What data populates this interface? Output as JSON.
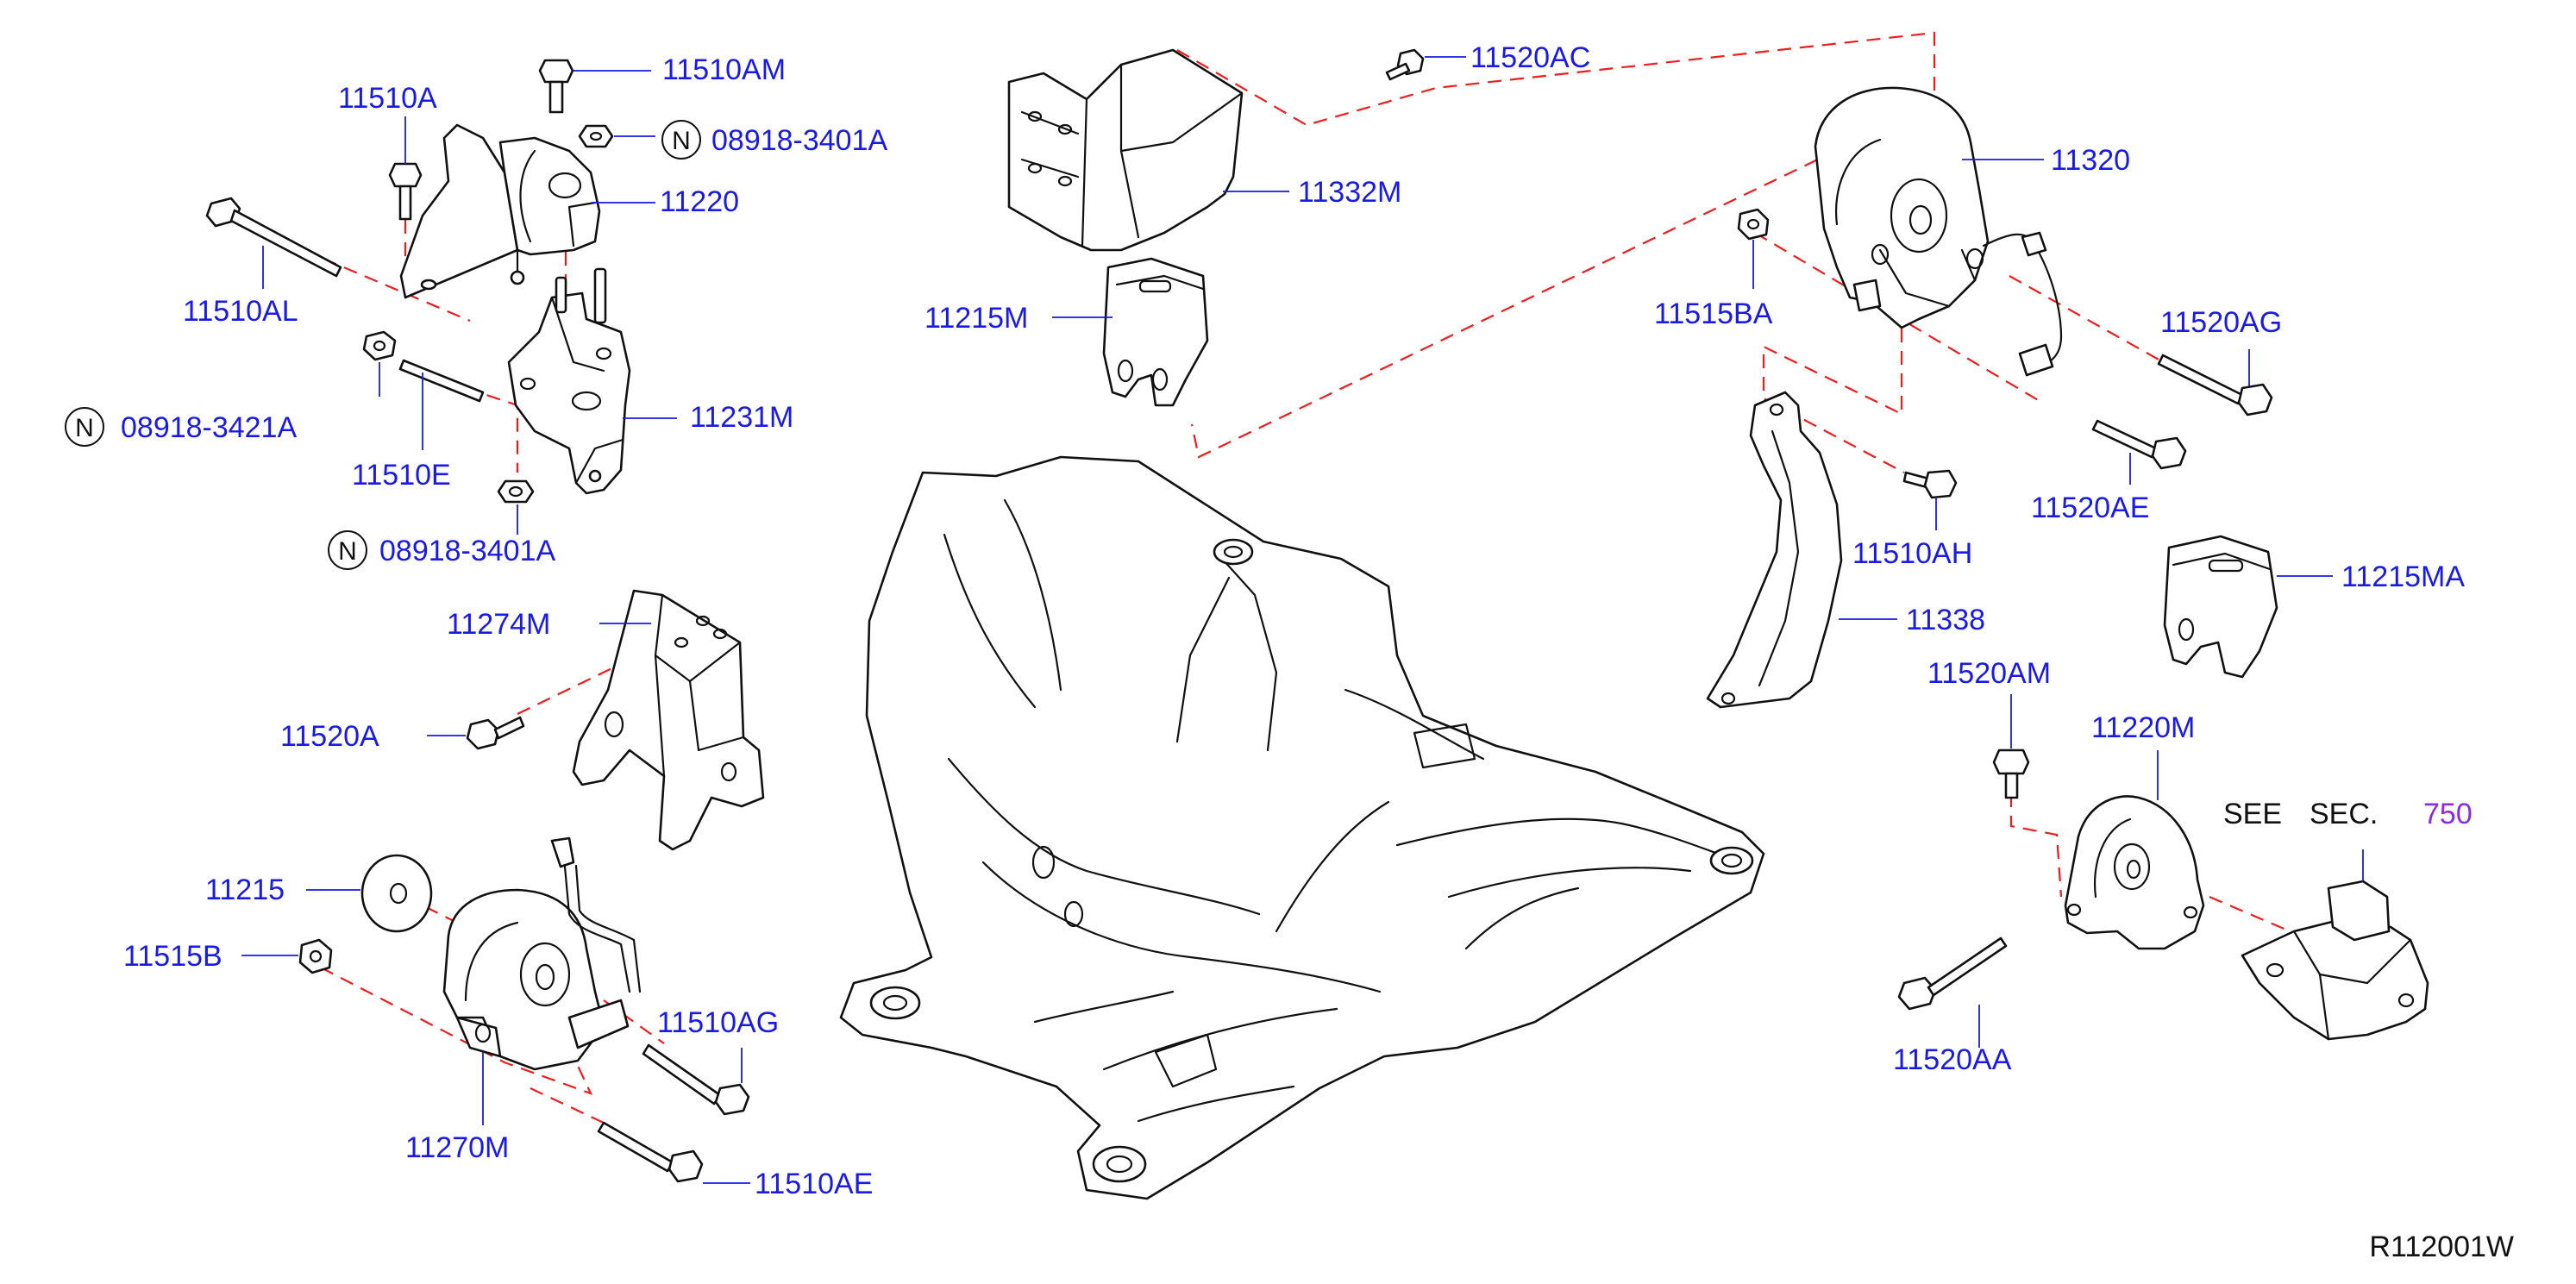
{
  "diagram": {
    "reference_code": "R112001W",
    "note_mark": "N",
    "see_sec": {
      "see": "SEE",
      "sec": "SEC.",
      "number": "750"
    },
    "colors": {
      "label": "#1a1ae6",
      "leader_dash": "#ee1c1c",
      "line": "#111111",
      "sec_number": "#8a2be2"
    },
    "labels": [
      {
        "id": "11510AM",
        "text": "11510AM"
      },
      {
        "id": "11510A",
        "text": "11510A"
      },
      {
        "id": "08918-3401A-top",
        "text": "08918-3401A",
        "noted": true
      },
      {
        "id": "11220",
        "text": "11220"
      },
      {
        "id": "11510AL",
        "text": "11510AL"
      },
      {
        "id": "08918-3421A",
        "text": "08918-3421A",
        "noted": true
      },
      {
        "id": "11231M",
        "text": "11231M"
      },
      {
        "id": "11510E",
        "text": "11510E"
      },
      {
        "id": "08918-3401A-bottom",
        "text": "08918-3401A",
        "noted": true
      },
      {
        "id": "11274M",
        "text": "11274M"
      },
      {
        "id": "11520A",
        "text": "11520A"
      },
      {
        "id": "11215",
        "text": "11215"
      },
      {
        "id": "11515B",
        "text": "11515B"
      },
      {
        "id": "11510AG",
        "text": "11510AG"
      },
      {
        "id": "11270M",
        "text": "11270M"
      },
      {
        "id": "11510AE",
        "text": "11510AE"
      },
      {
        "id": "11520AC",
        "text": "11520AC"
      },
      {
        "id": "11332M",
        "text": "11332M"
      },
      {
        "id": "11215M",
        "text": "11215M"
      },
      {
        "id": "11320",
        "text": "11320"
      },
      {
        "id": "11515BA",
        "text": "11515BA"
      },
      {
        "id": "11520AG",
        "text": "11520AG"
      },
      {
        "id": "11520AE",
        "text": "11520AE"
      },
      {
        "id": "11510AH",
        "text": "11510AH"
      },
      {
        "id": "11215MA",
        "text": "11215MA"
      },
      {
        "id": "11338",
        "text": "11338"
      },
      {
        "id": "11520AM",
        "text": "11520AM"
      },
      {
        "id": "11220M",
        "text": "11220M"
      },
      {
        "id": "11520AA",
        "text": "11520AA"
      }
    ]
  }
}
